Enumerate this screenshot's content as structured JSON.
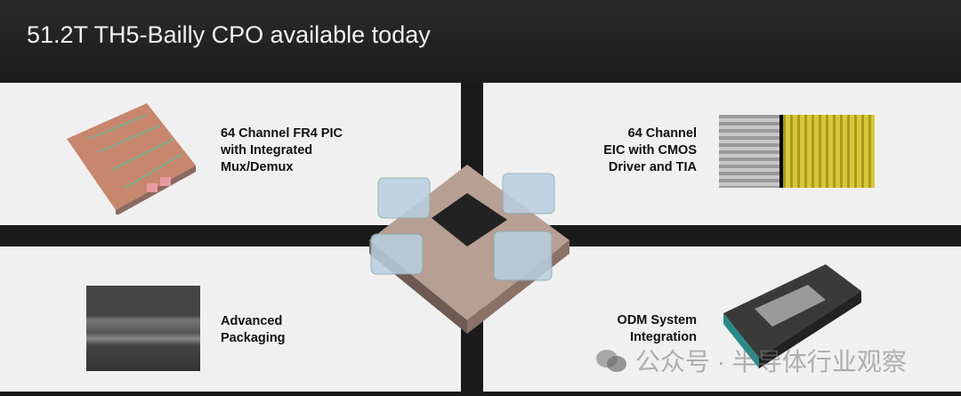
{
  "slide": {
    "title": "51.2T TH5-Bailly CPO available today"
  },
  "panels": {
    "pic": "64 Channel FR4 PIC with Integrated Mux/Demux",
    "pic_lines": [
      "64 Channel FR4 PIC",
      "with Integrated",
      "Mux/Demux"
    ],
    "eic_lines": [
      "64 Channel",
      "EIC with CMOS",
      "Driver and TIA"
    ],
    "packaging_lines": [
      "Advanced",
      "Packaging"
    ],
    "odm_lines": [
      "ODM System",
      "Integration"
    ]
  },
  "watermark": {
    "text": "公众号 · 半导体行业观察"
  }
}
